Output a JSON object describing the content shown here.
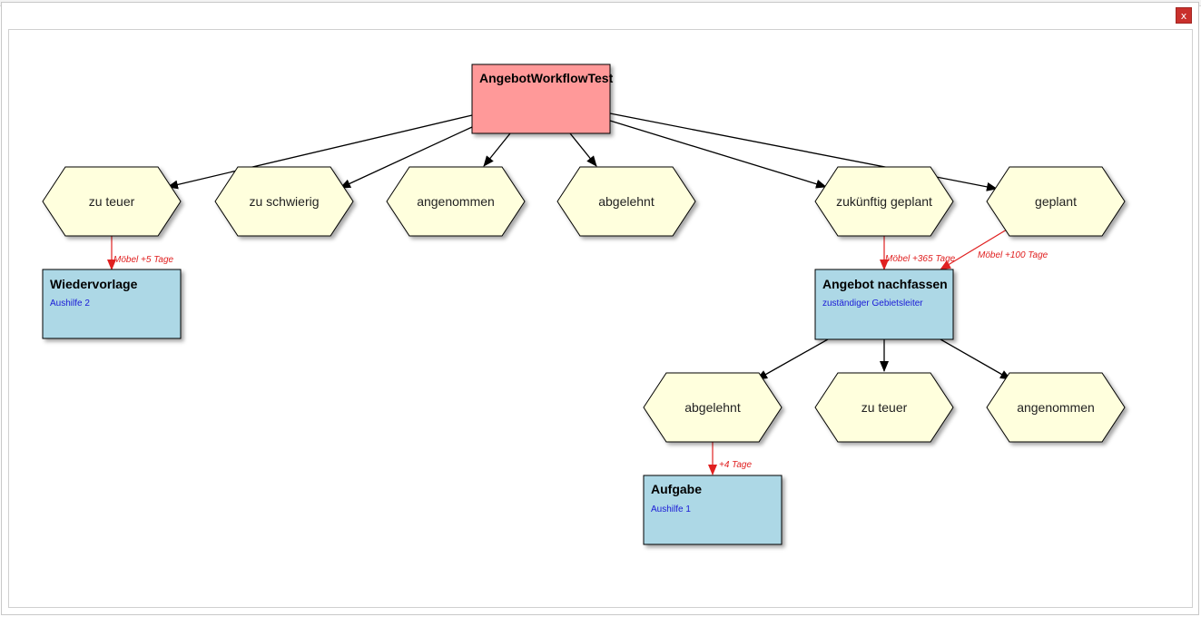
{
  "dialog": {
    "close_label": "x"
  },
  "nodes": {
    "root": {
      "title": "AngebotWorkflowTest"
    },
    "hex_zu_teuer": "zu teuer",
    "hex_zu_schwierig": "zu schwierig",
    "hex_angenommen": "angenommen",
    "hex_abgelehnt": "abgelehnt",
    "hex_zukuenftig": "zukünftig geplant",
    "hex_geplant": "geplant",
    "wiedervorlage": {
      "title": "Wiedervorlage",
      "subtitle": "Aushilfe 2"
    },
    "angebot_nachfassen": {
      "title": "Angebot nachfassen",
      "subtitle": "zuständiger Gebietsleiter"
    },
    "hex2_abgelehnt": "abgelehnt",
    "hex2_zu_teuer": "zu teuer",
    "hex2_angenommen": "angenommen",
    "aufgabe": {
      "title": "Aufgabe",
      "subtitle": "Aushilfe 1"
    }
  },
  "edge_labels": {
    "wiedervorlage": "Möbel  +5 Tage",
    "zukuenftig": "Möbel  +365 Tage",
    "geplant": "Möbel  +100 Tage",
    "aufgabe": "+4 Tage"
  },
  "colors": {
    "root_fill": "#ff9999",
    "task_fill": "#add8e6",
    "hex_fill": "#ffffdd",
    "red_edge": "#e02020",
    "subtitle": "#1a1ad6"
  }
}
